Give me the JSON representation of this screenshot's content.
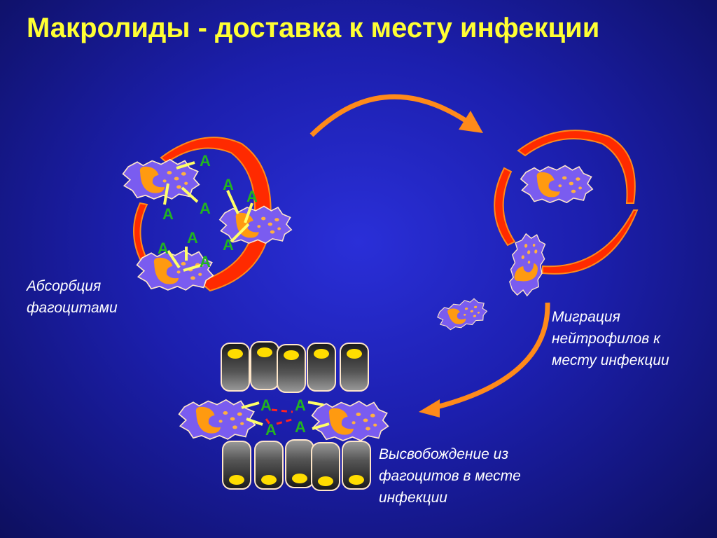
{
  "title": "Макролиды - доставка к месту инфекции",
  "labels": {
    "absorption": [
      "Абсорбция",
      "фагоцитами"
    ],
    "migration": [
      "Миграция",
      "нейтрофилов к",
      "месту инфекции"
    ],
    "release": [
      "Высвобождение из",
      "фагоцитов в месте",
      "инфекции"
    ]
  },
  "antibiotic_mark": "A",
  "colors": {
    "background": "#1c1fae",
    "title": "#ffff33",
    "vessel": "#ff2a00",
    "arrow": "#ff8a1a",
    "cell_body": "#7a5cf0",
    "nucleus": "#ff9a10",
    "marker": "#22b322"
  }
}
